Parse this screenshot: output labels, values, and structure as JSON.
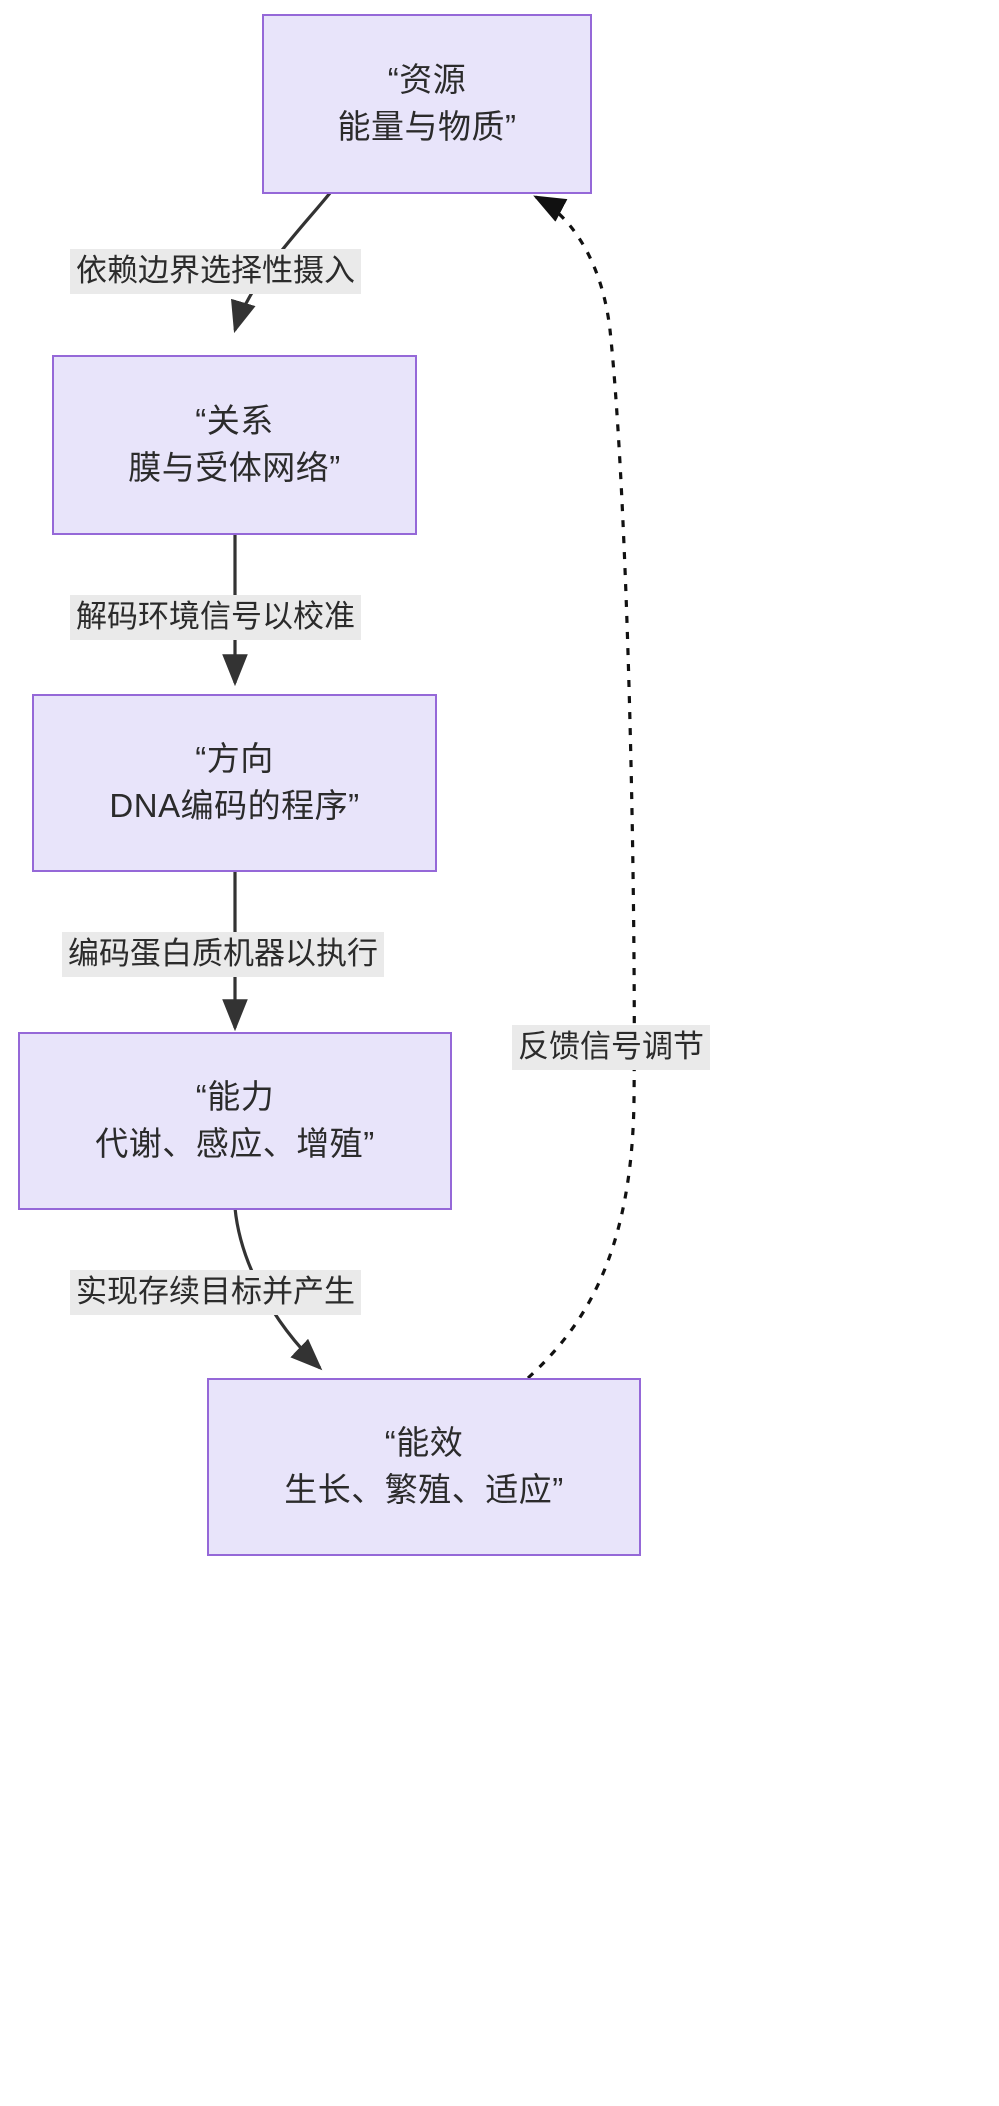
{
  "diagram": {
    "type": "flowchart",
    "direction": "top-to-bottom",
    "title": "",
    "theme": {
      "node_fill": "#e8e4fa",
      "node_border": "#9568d8",
      "edge_color": "#333333",
      "label_background": "#eaeaea",
      "text_color": "#2b2b2b",
      "canvas_background": "#ffffff"
    },
    "nodes": [
      {
        "id": "resource",
        "line1": "“资源",
        "line2": "能量与物质”"
      },
      {
        "id": "relation",
        "line1": "“关系",
        "line2": "膜与受体网络”"
      },
      {
        "id": "direction",
        "line1": "“方向",
        "line2": "DNA编码的程序”"
      },
      {
        "id": "capability",
        "line1": "“能力",
        "line2": "代谢、感应、增殖”"
      },
      {
        "id": "efficacy",
        "line1": "“能效",
        "line2": "生长、繁殖、适应”"
      }
    ],
    "edges": [
      {
        "id": "edge-resource-relation",
        "from": "resource",
        "to": "relation",
        "label": "依赖边界选择性摄入",
        "style": "solid"
      },
      {
        "id": "edge-relation-direction",
        "from": "relation",
        "to": "direction",
        "label": "解码环境信号以校准",
        "style": "solid"
      },
      {
        "id": "edge-direction-capability",
        "from": "direction",
        "to": "capability",
        "label": "编码蛋白质机器以执行",
        "style": "solid"
      },
      {
        "id": "edge-capability-efficacy",
        "from": "capability",
        "to": "efficacy",
        "label": "实现存续目标并产生",
        "style": "solid"
      },
      {
        "id": "edge-efficacy-resource",
        "from": "efficacy",
        "to": "resource",
        "label": "反馈信号调节",
        "style": "dotted"
      }
    ]
  }
}
